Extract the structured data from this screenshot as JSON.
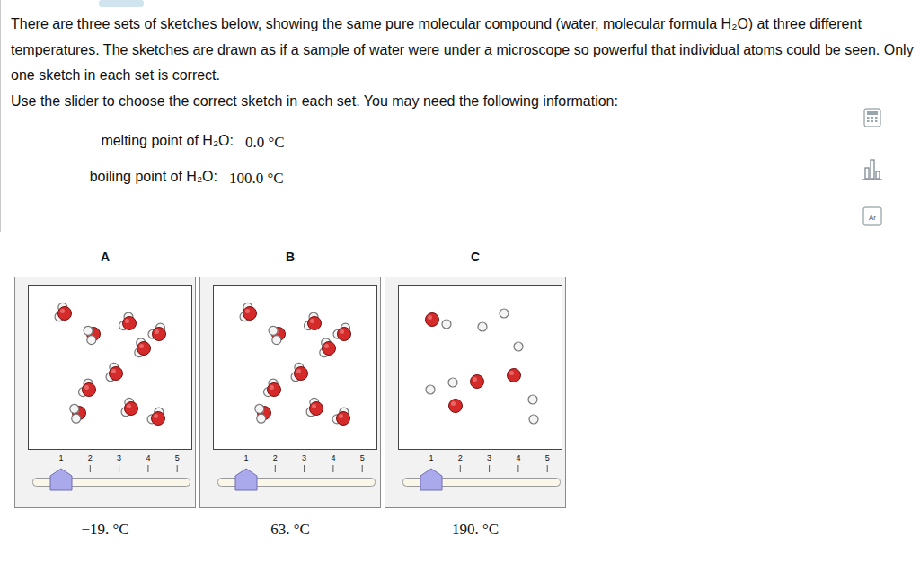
{
  "diagram": {
    "nodes": [
      {
        "text": [
          "A"
        ]
      },
      {
        "text": [
          "B"
        ]
      },
      {
        "text": [
          "C"
        ]
      }
    ],
    "labels": [
      "There are three sets of sketches below, showing the same pure molecular compound (water, molecular formula H₂O) at three different temperatures. The sketches are drawn as if a sample of water were under a microscope so powerful that individual atoms could be seen. Only one sketch in each set is correct.",
      "Use the slider to choose the correct sketch in each set. You may need the following information:",
      "melting point of H₂O:",
      "0.0 °C",
      "boiling point of H₂O:",
      "100.0 °C",
      "1",
      "2",
      "3",
      "4",
      "5",
      "−19. °C",
      "1",
      "2",
      "3",
      "4",
      "5",
      "63. °C",
      "1",
      "2",
      "3",
      "4",
      "5",
      "190. °C",
      "Ar"
    ]
  }
}
